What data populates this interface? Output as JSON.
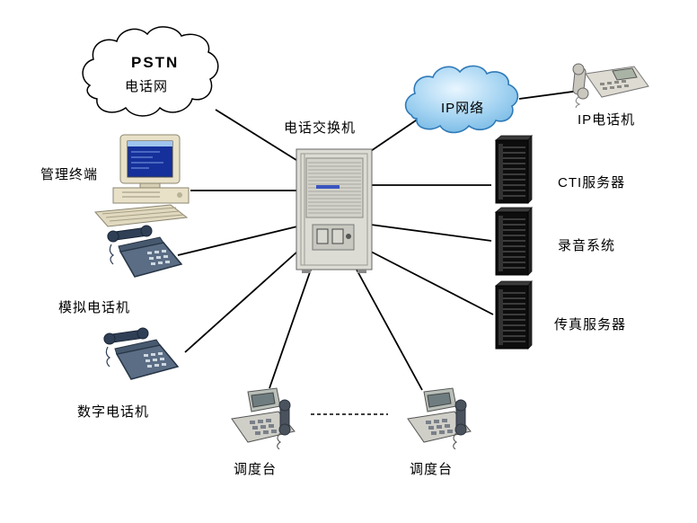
{
  "nodes": {
    "pstn": {
      "line1": "PSTN",
      "line2": "电话网",
      "type": "cloud"
    },
    "ip_network": {
      "label": "IP网络",
      "type": "cloud"
    },
    "pbx": {
      "label": "电话交换机",
      "type": "cabinet"
    },
    "ip_phone": {
      "label": "IP电话机",
      "type": "phone"
    },
    "mgmt_terminal": {
      "label": "管理终端",
      "type": "computer"
    },
    "cti_server": {
      "label": "CTI服务器",
      "type": "server"
    },
    "recording_system": {
      "label": "录音系统",
      "type": "server"
    },
    "fax_server": {
      "label": "传真服务器",
      "type": "server"
    },
    "analog_phone": {
      "label": "模拟电话机",
      "type": "phone"
    },
    "digital_phone": {
      "label": "数字电话机",
      "type": "phone"
    },
    "console_left": {
      "label": "调度台",
      "type": "console"
    },
    "console_right": {
      "label": "调度台",
      "type": "console"
    }
  },
  "connections": [
    {
      "from": "pstn",
      "to": "pbx",
      "style": "solid"
    },
    {
      "from": "pbx",
      "to": "ip_network",
      "style": "solid"
    },
    {
      "from": "ip_network",
      "to": "ip_phone",
      "style": "solid"
    },
    {
      "from": "mgmt_terminal",
      "to": "pbx",
      "style": "solid"
    },
    {
      "from": "pbx",
      "to": "cti_server",
      "style": "solid"
    },
    {
      "from": "pbx",
      "to": "recording_system",
      "style": "solid"
    },
    {
      "from": "pbx",
      "to": "fax_server",
      "style": "solid"
    },
    {
      "from": "pbx",
      "to": "analog_phone",
      "style": "solid"
    },
    {
      "from": "pbx",
      "to": "digital_phone",
      "style": "solid"
    },
    {
      "from": "pbx",
      "to": "console_left",
      "style": "solid"
    },
    {
      "from": "pbx",
      "to": "console_right",
      "style": "solid"
    },
    {
      "from": "console_left",
      "to": "console_right",
      "style": "dashed"
    }
  ],
  "colors": {
    "background": "#ffffff",
    "line": "#000000",
    "pstn_cloud_fill": "#ffffff",
    "pstn_cloud_stroke": "#000000",
    "ip_cloud_fill": "#8ec6ec",
    "ip_cloud_stroke": "#2f7ab8",
    "cabinet_fill": "#dcdcd4",
    "server_fill": "#0d0d0d",
    "phone_fill": "#5a6d84",
    "beige_fill": "#e8e1c8"
  }
}
